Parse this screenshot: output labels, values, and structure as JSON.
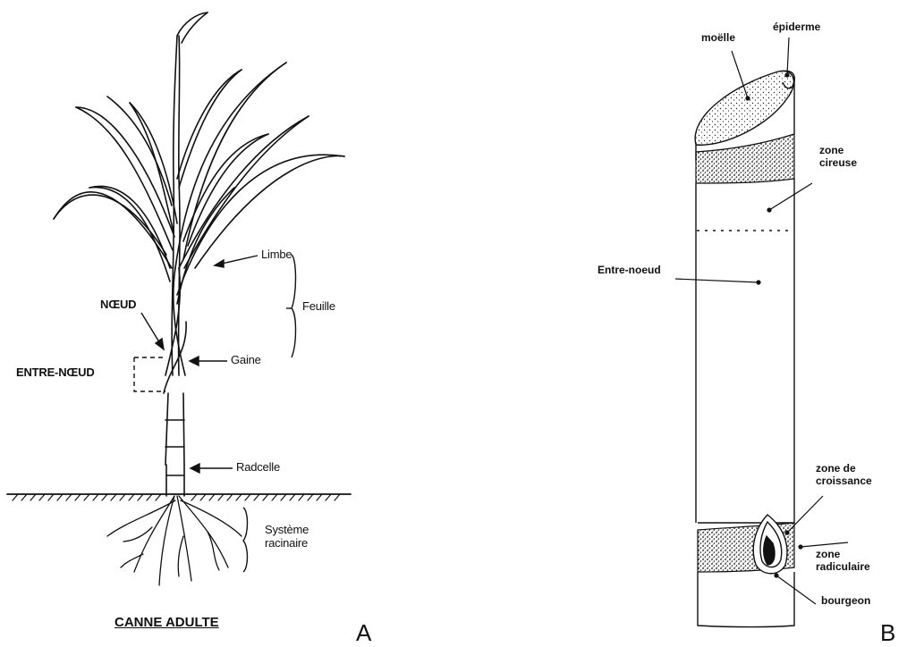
{
  "panel_a": {
    "letter": "A",
    "title": "CANNE ADULTE",
    "labels": {
      "limbe": "Limbe",
      "feuille": "Feuille",
      "noeud": "NŒUD",
      "entre_noeud": "ENTRE-NŒUD",
      "gaine": "Gaine",
      "radicelle": "Radcelle",
      "systeme": "Système\nracinaire"
    }
  },
  "panel_b": {
    "letter": "B",
    "labels": {
      "moelle": "moëlle",
      "epiderme": "épiderme",
      "zone_cireuse": "zone\ncireuse",
      "entre_noeud": "Entre-noeud",
      "zone_croissance": "zone de\ncroissance",
      "zone_radiculaire": "zone\nradiculaire",
      "bourgeon": "bourgeon"
    }
  },
  "colors": {
    "ink": "#111111",
    "background": "#ffffff"
  }
}
